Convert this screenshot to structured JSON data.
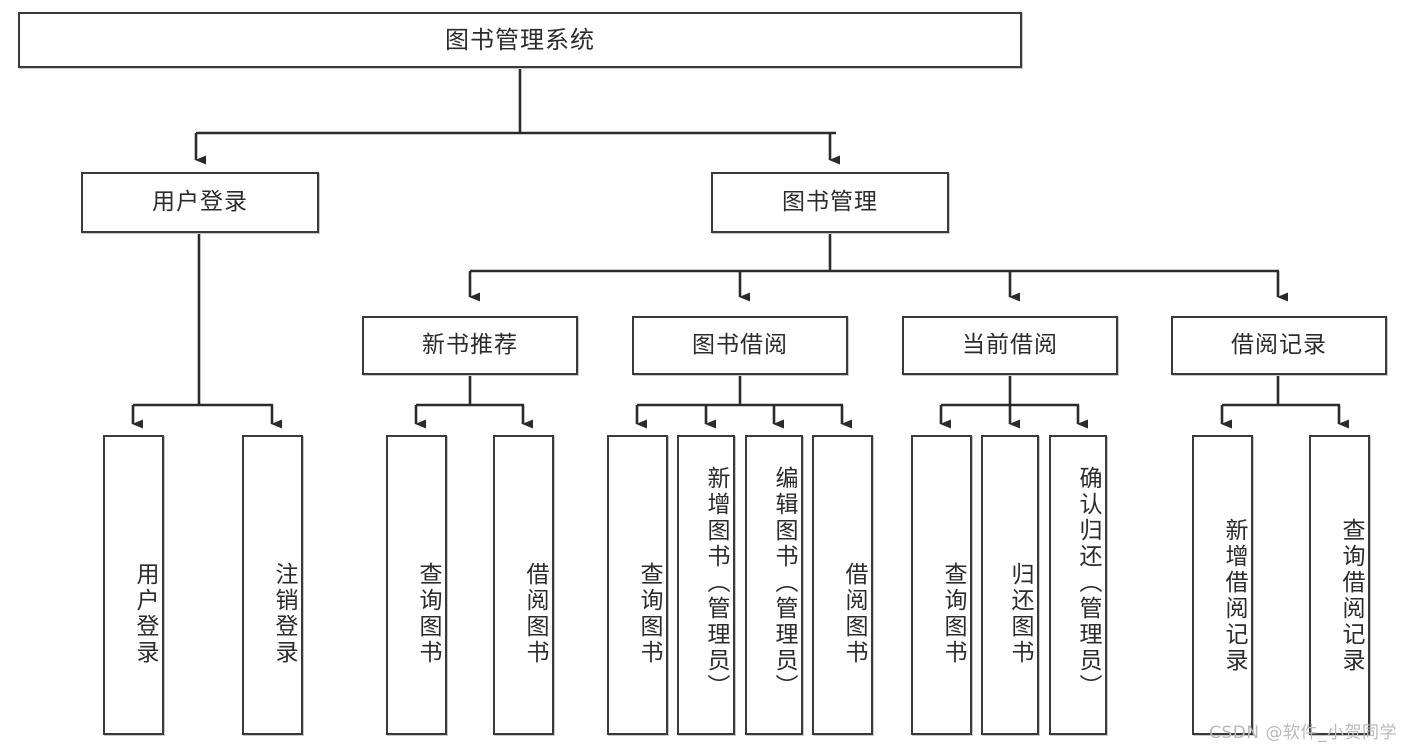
{
  "diagram": {
    "title": "图书管理系统",
    "type": "tree",
    "watermark": "CSDN @软件_小贺同学",
    "colors": {
      "border": "#3a3a3a",
      "background": "#ffffff",
      "text": "#2b2b2b",
      "edge": "#2b2b2b",
      "watermark": "#b9b9b9"
    },
    "nodes": {
      "root": {
        "label": "图书管理系统"
      },
      "level2": [
        {
          "label": "用户登录"
        },
        {
          "label": "图书管理"
        }
      ],
      "level3": [
        {
          "label": "新书推荐"
        },
        {
          "label": "图书借阅"
        },
        {
          "label": "当前借阅"
        },
        {
          "label": "借阅记录"
        }
      ],
      "leaves_user_login": [
        {
          "label": "用户登录"
        },
        {
          "label": "注销登录"
        }
      ],
      "leaves_new_books": [
        {
          "label": "查询图书"
        },
        {
          "label": "借阅图书"
        }
      ],
      "leaves_borrow": [
        {
          "label": "查询图书"
        },
        {
          "label": "新增图书（管理员）"
        },
        {
          "label": "编辑图书（管理员）"
        },
        {
          "label": "借阅图书"
        }
      ],
      "leaves_current": [
        {
          "label": "查询图书"
        },
        {
          "label": "归还图书"
        },
        {
          "label": "确认归还（管理员）"
        }
      ],
      "leaves_records": [
        {
          "label": "新增借阅记录"
        },
        {
          "label": "查询借阅记录"
        }
      ]
    }
  }
}
